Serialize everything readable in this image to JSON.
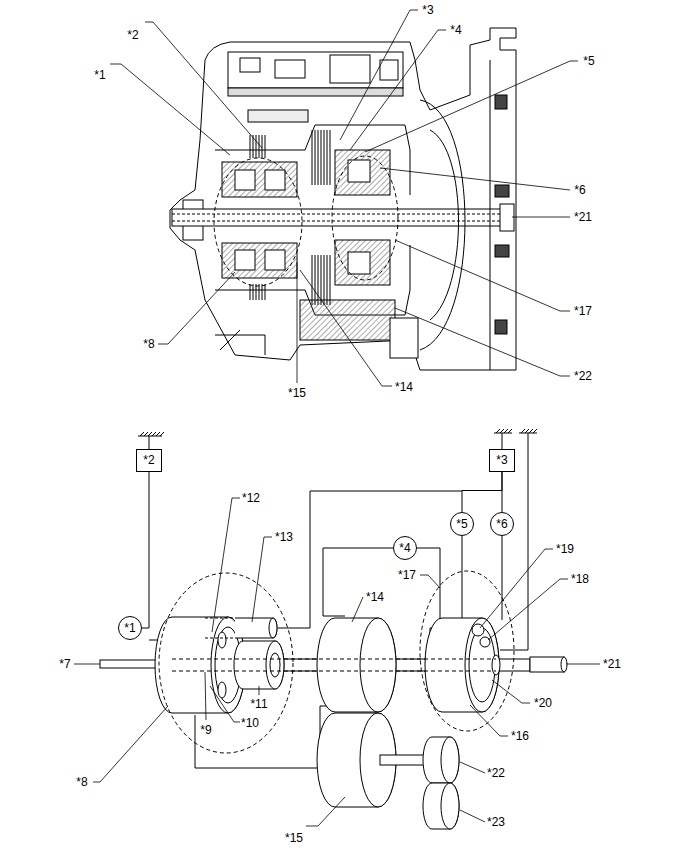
{
  "diagram": {
    "nodes": [
      {
        "text": [
          "*2"
        ]
      },
      {
        "text": [
          "*3"
        ]
      },
      {
        "text": [
          "*5"
        ]
      },
      {
        "text": [
          "*6"
        ]
      },
      {
        "text": [
          "*4"
        ]
      },
      {
        "text": [
          "*1"
        ]
      }
    ],
    "edges": [
      {
        "from": 0,
        "to": 5,
        "arrow": "none"
      },
      {
        "from": 1,
        "to": 3,
        "arrow": "none"
      },
      {
        "from": 1,
        "to": 2,
        "arrow": "none"
      }
    ],
    "labels": [
      "*1",
      "*2",
      "*3",
      "*4",
      "*5",
      "*6",
      "*21",
      "*17",
      "*22",
      "*14",
      "*15",
      "*8",
      "*12",
      "*13",
      "*14",
      "*19",
      "*18",
      "*17",
      "*7",
      "*21",
      "*11",
      "*9",
      "*10",
      "*20",
      "*16",
      "*22",
      "*23",
      "*15",
      "*8"
    ]
  }
}
